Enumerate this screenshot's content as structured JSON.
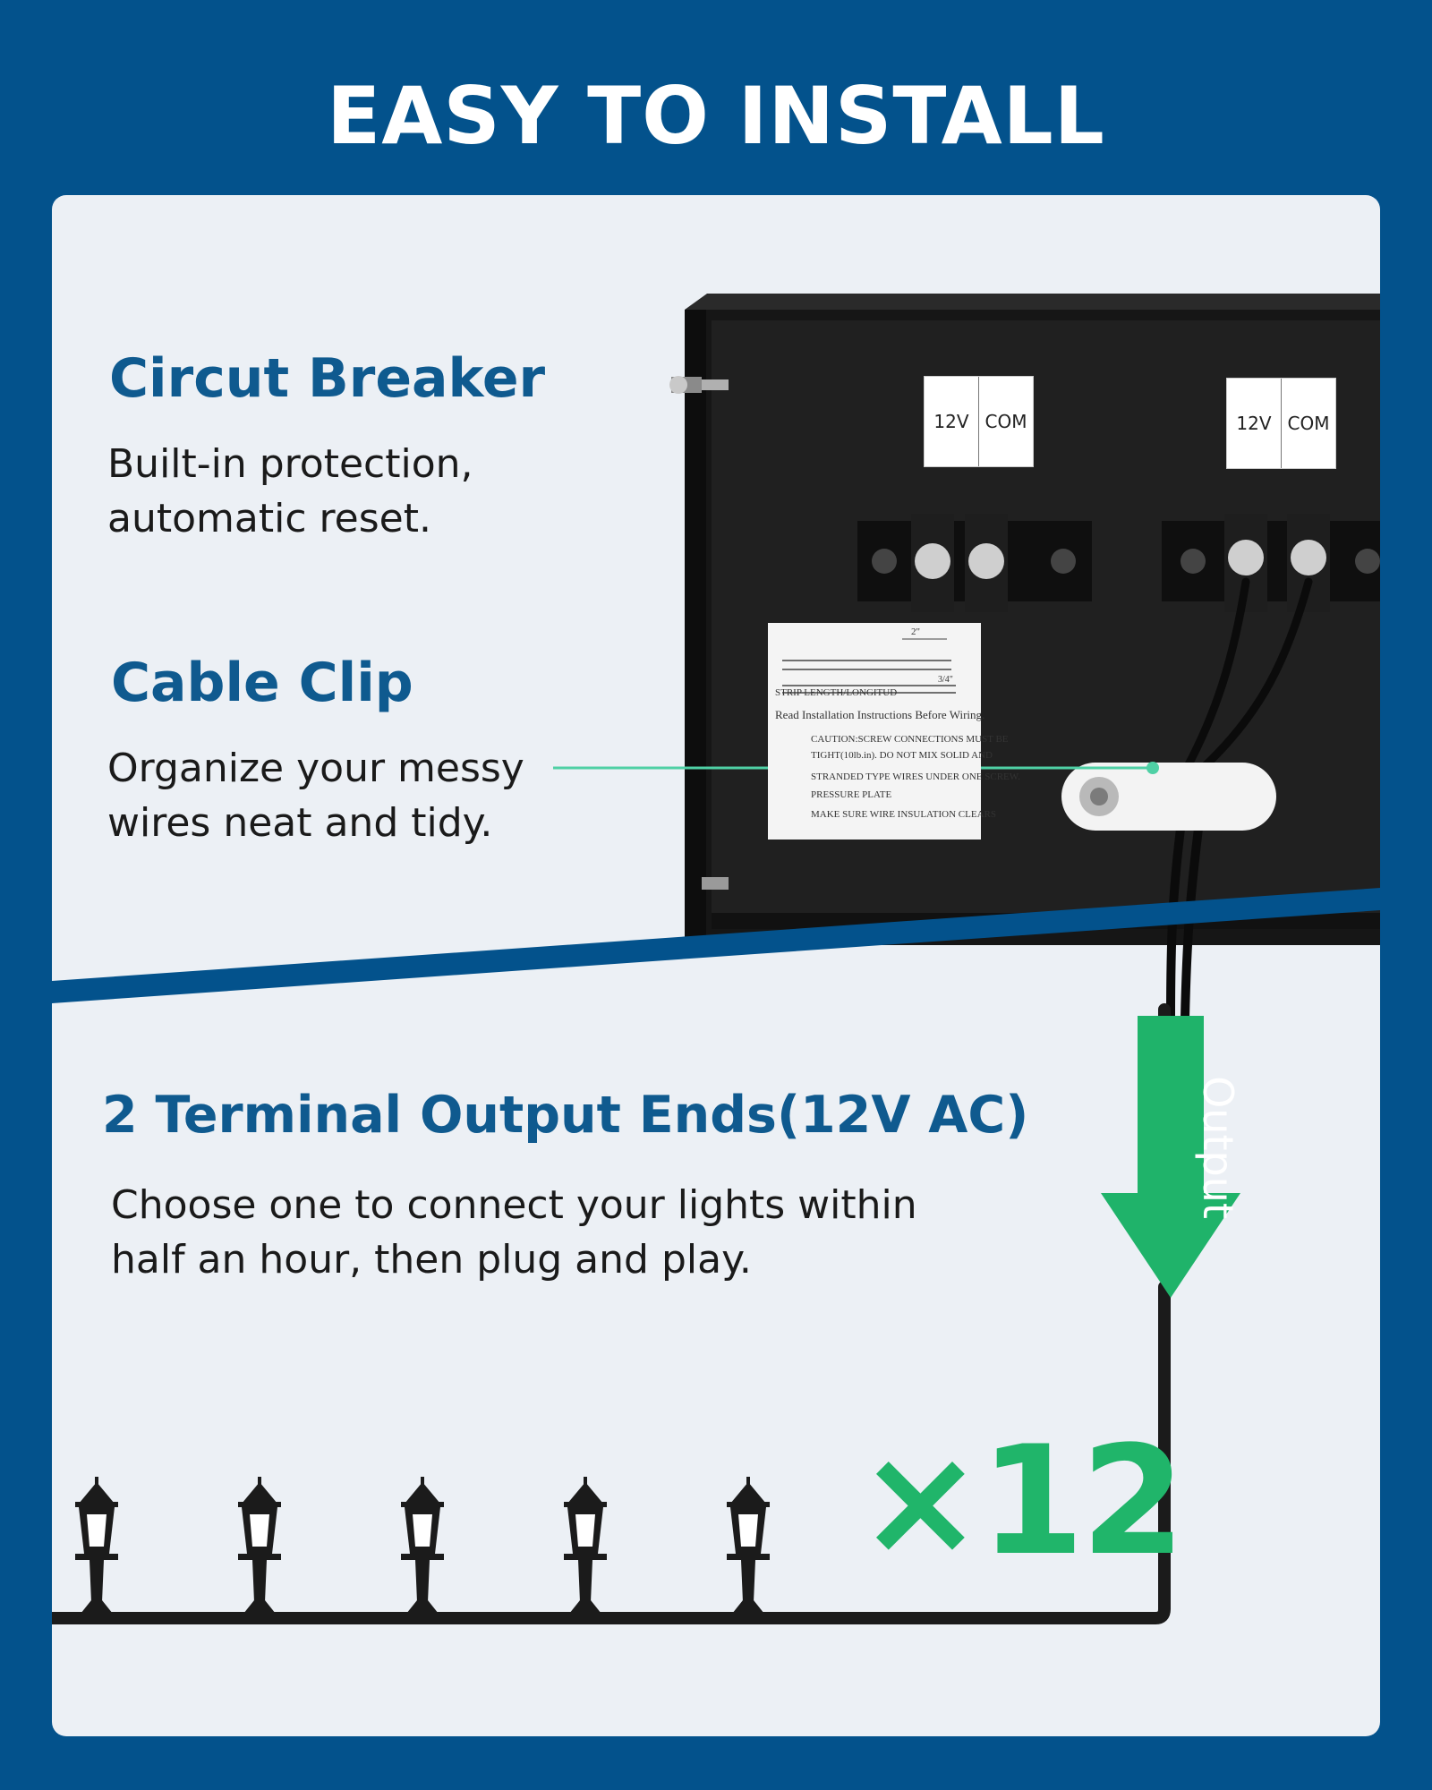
{
  "header": {
    "title": "EASY TO INSTALL"
  },
  "features": [
    {
      "title": "Circut Breaker",
      "lines": [
        "Built-in protection,",
        "automatic reset."
      ]
    },
    {
      "title": "Cable Clip",
      "lines": [
        "Organize your messy",
        "wires neat and tidy."
      ]
    },
    {
      "title": "2 Terminal Output Ends(12V AC)",
      "lines": [
        "Choose one to connect your lights within",
        "half an hour, then plug and play."
      ]
    }
  ],
  "terminals": [
    {
      "v": "12V",
      "com": "COM"
    },
    {
      "v": "12V",
      "com": "COM"
    }
  ],
  "sticker": {
    "dim_top": "2\"",
    "dim_bottom": "3/4\"",
    "strip": "STRIP LENGTH/LONGITUD",
    "read": "Read Installation Instructions Before Wiring.",
    "caution_1": "CAUTION:SCREW CONNECTIONS MUST BE",
    "caution_2": "TIGHT(10lb.in). DO NOT MIX SOLID AND",
    "caution_3": "STRANDED TYPE WIRES UNDER ONE SCREW.",
    "caution_4": "PRESSURE PLATE",
    "caution_5": "MAKE SURE WIRE INSULATION CLEARS"
  },
  "output_arrow": {
    "label": "Output"
  },
  "lights": {
    "count_label": "×12",
    "shown_lamps": 5
  },
  "colors": {
    "brand_blue": "#03528c",
    "heading_blue": "#0f5a8f",
    "accent_green": "#20b56a",
    "callout_teal": "#4fd0a5",
    "panel_bg": "#ecf0f5"
  }
}
